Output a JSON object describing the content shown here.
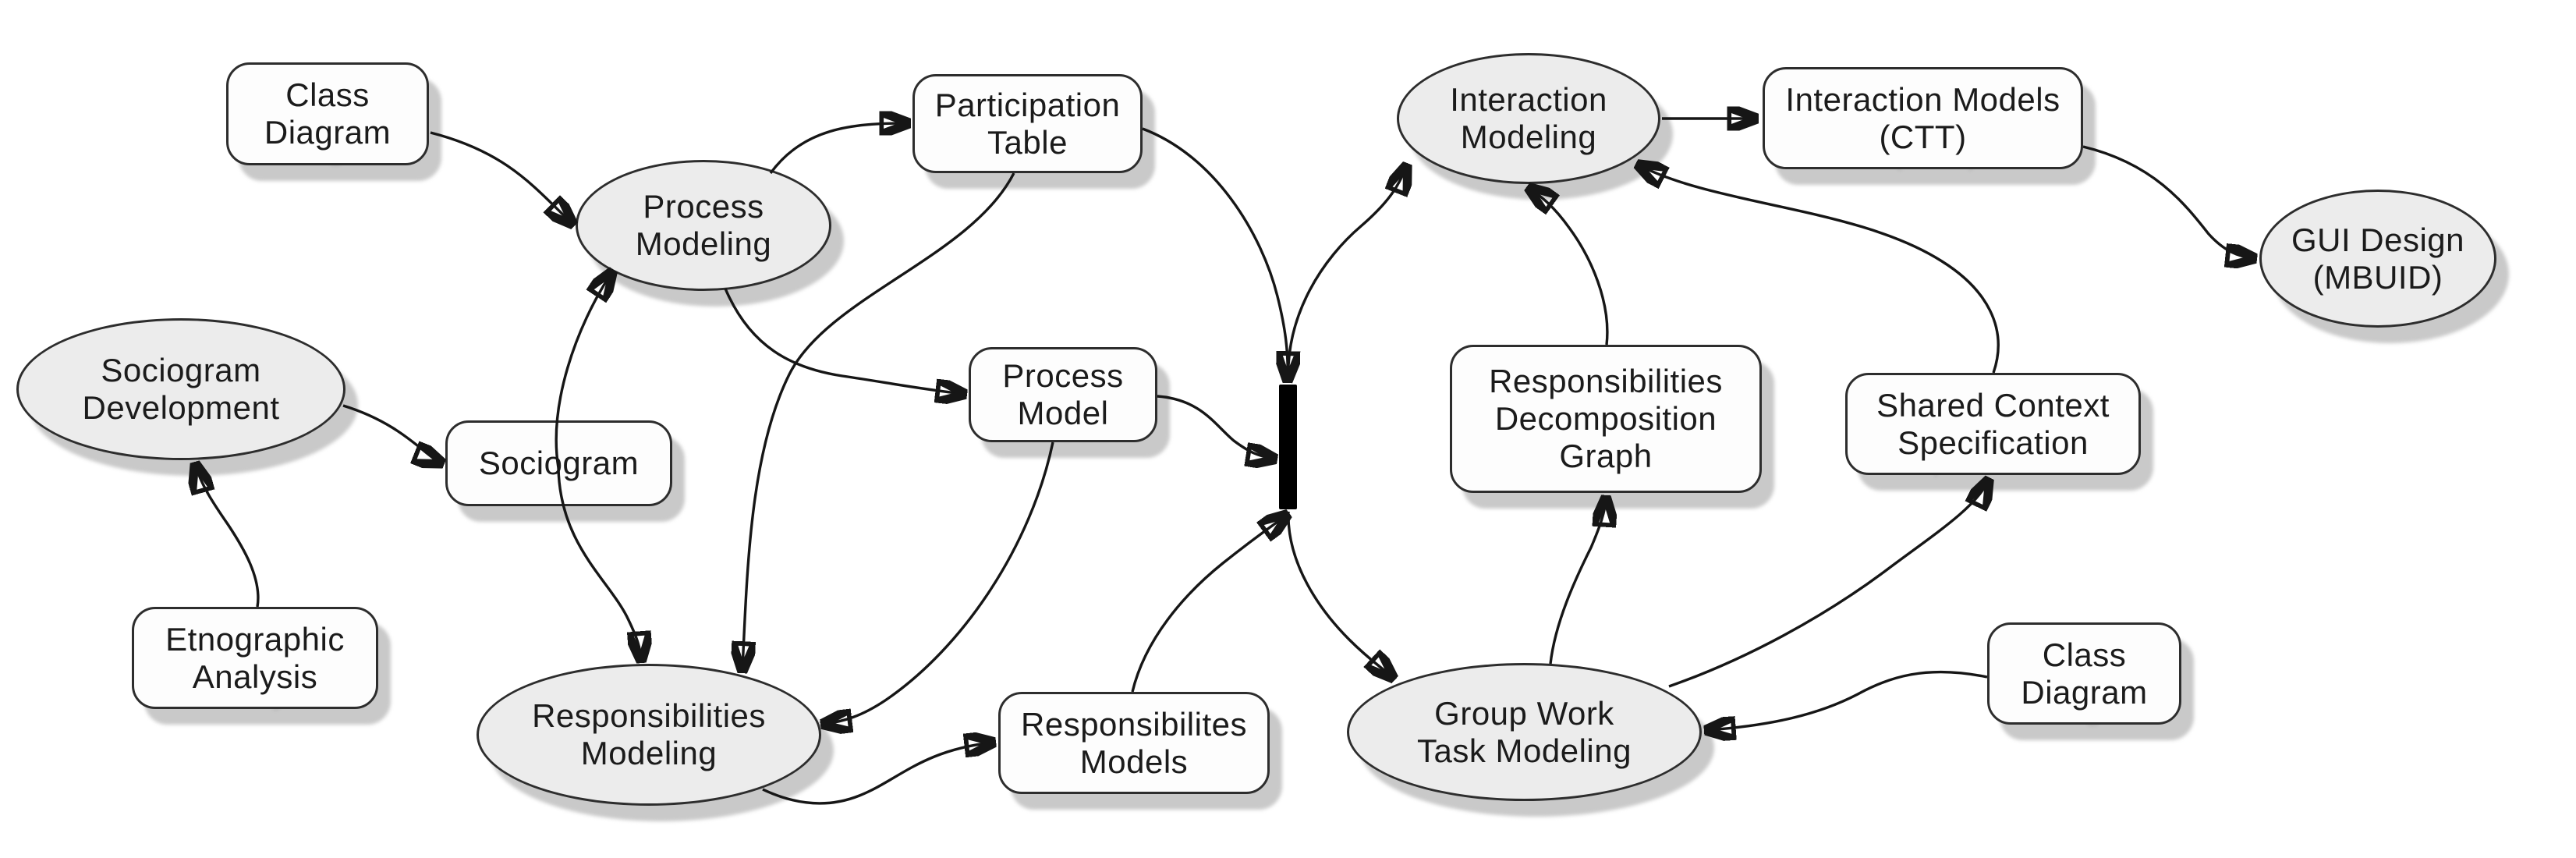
{
  "diagram": {
    "colors": {
      "background": "#ffffff",
      "node_border": "#2d2d2d",
      "ellipse_fill": "#ececec",
      "rect_fill": "#fdfdfd",
      "shadow": "#c9c9c9",
      "edge_stroke": "#161616",
      "sync_bar_fill": "#000000"
    },
    "nodes": [
      {
        "id": "class-diagram-top",
        "shape": "rect",
        "label": "Class\nDiagram"
      },
      {
        "id": "process-modeling",
        "shape": "ellipse",
        "label": "Process\nModeling"
      },
      {
        "id": "participation-table",
        "shape": "rect",
        "label": "Participation\nTable"
      },
      {
        "id": "sociogram-development",
        "shape": "ellipse",
        "label": "Sociogram\nDevelopment"
      },
      {
        "id": "sociogram",
        "shape": "rect",
        "label": "Sociogram"
      },
      {
        "id": "etnographic-analysis",
        "shape": "rect",
        "label": "Etnographic\nAnalysis"
      },
      {
        "id": "process-model",
        "shape": "rect",
        "label": "Process\nModel"
      },
      {
        "id": "responsibilities-modeling",
        "shape": "ellipse",
        "label": "Responsibilities\nModeling"
      },
      {
        "id": "responsibilites-models",
        "shape": "rect",
        "label": "Responsibilites\nModels"
      },
      {
        "id": "sync-bar",
        "shape": "bar",
        "label": ""
      },
      {
        "id": "interaction-modeling",
        "shape": "ellipse",
        "label": "Interaction\nModeling"
      },
      {
        "id": "interaction-models-ctt",
        "shape": "rect",
        "label": "Interaction Models\n(CTT)"
      },
      {
        "id": "gui-design-mbuid",
        "shape": "ellipse",
        "label": "GUI Design\n(MBUID)"
      },
      {
        "id": "responsibilities-decomposition-graph",
        "shape": "rect",
        "label": "Responsibilities\nDecomposition\nGraph"
      },
      {
        "id": "shared-context-specification",
        "shape": "rect",
        "label": "Shared Context\nSpecification"
      },
      {
        "id": "group-work-task-modeling",
        "shape": "ellipse",
        "label": "Group Work\nTask Modeling"
      },
      {
        "id": "class-diagram-bottom",
        "shape": "rect",
        "label": "Class\nDiagram"
      }
    ],
    "edges": [
      {
        "from": "class-diagram-top",
        "to": "process-modeling"
      },
      {
        "from": "sociogram",
        "to": "process-modeling"
      },
      {
        "from": "process-modeling",
        "to": "participation-table"
      },
      {
        "from": "process-modeling",
        "to": "process-model"
      },
      {
        "from": "participation-table",
        "to": "responsibilities-modeling"
      },
      {
        "from": "participation-table",
        "to": "sync-bar"
      },
      {
        "from": "process-model",
        "to": "sync-bar"
      },
      {
        "from": "process-model",
        "to": "responsibilities-modeling"
      },
      {
        "from": "sociogram",
        "to": "responsibilities-modeling"
      },
      {
        "from": "responsibilities-modeling",
        "to": "responsibilites-models"
      },
      {
        "from": "responsibilites-models",
        "to": "sync-bar"
      },
      {
        "from": "sync-bar",
        "to": "interaction-modeling"
      },
      {
        "from": "sync-bar",
        "to": "group-work-task-modeling"
      },
      {
        "from": "responsibilities-decomposition-graph",
        "to": "interaction-modeling"
      },
      {
        "from": "shared-context-specification",
        "to": "interaction-modeling"
      },
      {
        "from": "interaction-modeling",
        "to": "interaction-models-ctt"
      },
      {
        "from": "interaction-models-ctt",
        "to": "gui-design-mbuid"
      },
      {
        "from": "group-work-task-modeling",
        "to": "responsibilities-decomposition-graph"
      },
      {
        "from": "group-work-task-modeling",
        "to": "shared-context-specification"
      },
      {
        "from": "class-diagram-bottom",
        "to": "group-work-task-modeling"
      },
      {
        "from": "etnographic-analysis",
        "to": "sociogram-development"
      },
      {
        "from": "sociogram-development",
        "to": "sociogram"
      }
    ]
  }
}
